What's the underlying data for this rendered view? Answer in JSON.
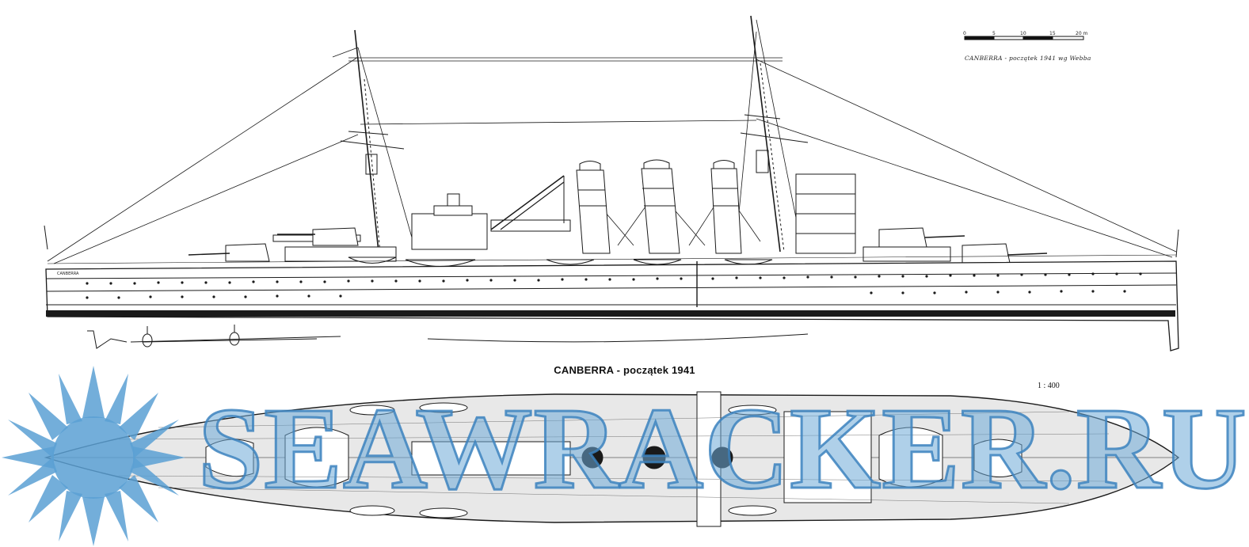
{
  "drawing": {
    "ship_name_on_hull": "CANBERRA",
    "main_caption": "CANBERRA - początek 1941",
    "scale_ratio": "1 : 400",
    "handwritten_caption": "CANBERRA - początek 1941 wg Webba",
    "scale_bar": {
      "tick_labels": [
        "0",
        "5",
        "10",
        "15",
        "20 m"
      ]
    }
  },
  "watermark": {
    "text": "SEAWRACKER.RU",
    "color": "#5a9fd4"
  },
  "colors": {
    "line": "#1a1a1a",
    "paper": "#ffffff",
    "watermark_fill": "#6eaad7",
    "watermark_stroke": "#3c82be"
  }
}
